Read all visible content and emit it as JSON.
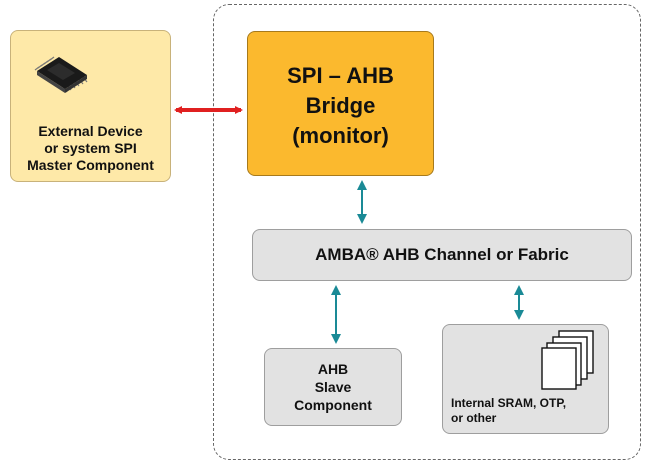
{
  "external_device": {
    "line1": "External Device",
    "line2": "or system SPI",
    "line3": "Master Component"
  },
  "bridge": {
    "line1": "SPI – AHB",
    "line2": "Bridge",
    "line3": "(monitor)"
  },
  "fabric": {
    "label": "AMBA® AHB Channel or Fabric"
  },
  "slave": {
    "line1": "AHB",
    "line2": "Slave",
    "line3": "Component"
  },
  "memory": {
    "line1": "Internal SRAM, OTP,",
    "line2": "or other"
  },
  "colors": {
    "external_device_fill": "#fee9a8",
    "bridge_fill": "#fbb92e",
    "block_fill": "#e2e2e2",
    "spi_link_arrow": "#e02020",
    "bus_arrow": "#1a8a96"
  }
}
